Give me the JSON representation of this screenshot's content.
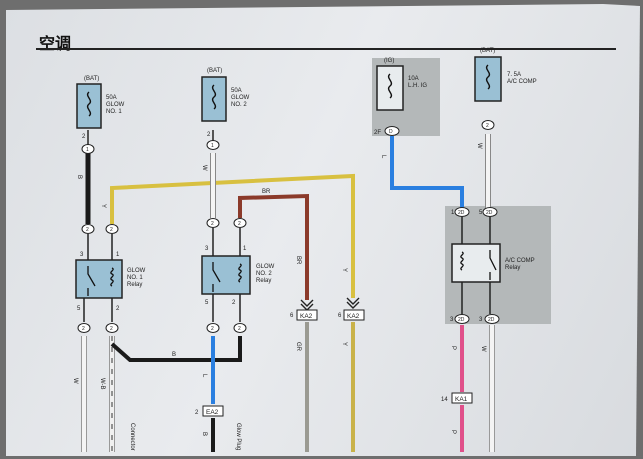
{
  "page": {
    "title": "空调"
  },
  "fuses": [
    {
      "id": "f1",
      "source": "(BAT)",
      "line1": "50A",
      "line2": "GLOW",
      "line3": "NO. 1",
      "pin": "2",
      "conn": "1"
    },
    {
      "id": "f2",
      "source": "(BAT)",
      "line1": "50A",
      "line2": "GLOW",
      "line3": "NO. 2",
      "pin": "2",
      "conn": "1"
    },
    {
      "id": "f3",
      "source": "(IG)",
      "line1": "10A",
      "line2": "L.H. IG",
      "line3": "",
      "pin": "2F",
      "conn": "D"
    },
    {
      "id": "f4",
      "source": "(BAT)",
      "line1": "7. 5A",
      "line2": "A/C COMP",
      "line3": "",
      "pin": "",
      "conn": "2"
    }
  ],
  "relays": [
    {
      "id": "r1",
      "line1": "GLOW",
      "line2": "NO. 1",
      "line3": "Relay",
      "p_tl": "3",
      "p_tr": "1",
      "p_bl": "5",
      "p_br": "2",
      "c_tl": "2",
      "c_tr": "2",
      "c_bl": "2",
      "c_br": "2"
    },
    {
      "id": "r2",
      "line1": "GLOW",
      "line2": "NO. 2",
      "line3": "Relay",
      "p_tl": "3",
      "p_tr": "1",
      "p_bl": "5",
      "p_br": "2",
      "c_tl": "2",
      "c_tr": "2",
      "c_bl": "2",
      "c_br": "2"
    },
    {
      "id": "r3",
      "line1": "A/C COMP",
      "line2": "Relay",
      "line3": "",
      "p_tl": "1",
      "p_tr": "5",
      "p_bl": "3",
      "p_br": "3",
      "c_tl": "2D",
      "c_tr": "2D",
      "c_bl": "2D",
      "c_br": "2D"
    }
  ],
  "wire_colors": {
    "B": "B",
    "Y": "Y",
    "W": "W",
    "BR": "BR",
    "L": "L",
    "GR": "GR",
    "P": "P",
    "WB": "W-B"
  },
  "connectors": {
    "ka2_left": "KA2",
    "ka2_right": "KA2",
    "ea2": "EA2",
    "ka1": "KA1",
    "pin_6a": "6",
    "pin_6b": "6",
    "pin_2": "2",
    "pin_14": "14"
  },
  "bottom_labels": {
    "connector": "Connector",
    "glow_plug": "Glow Plug"
  },
  "colors": {
    "black_wire": "#1a1a1a",
    "yellow_wire": "#d8c040",
    "white_wire": "#f4f4f4",
    "brown_wire": "#8b3a2a",
    "blue_wire": "#2a7fe0",
    "gray_wire": "#9a9a92",
    "pink_wire": "#e0508a",
    "shade": "#b4b8b9"
  }
}
